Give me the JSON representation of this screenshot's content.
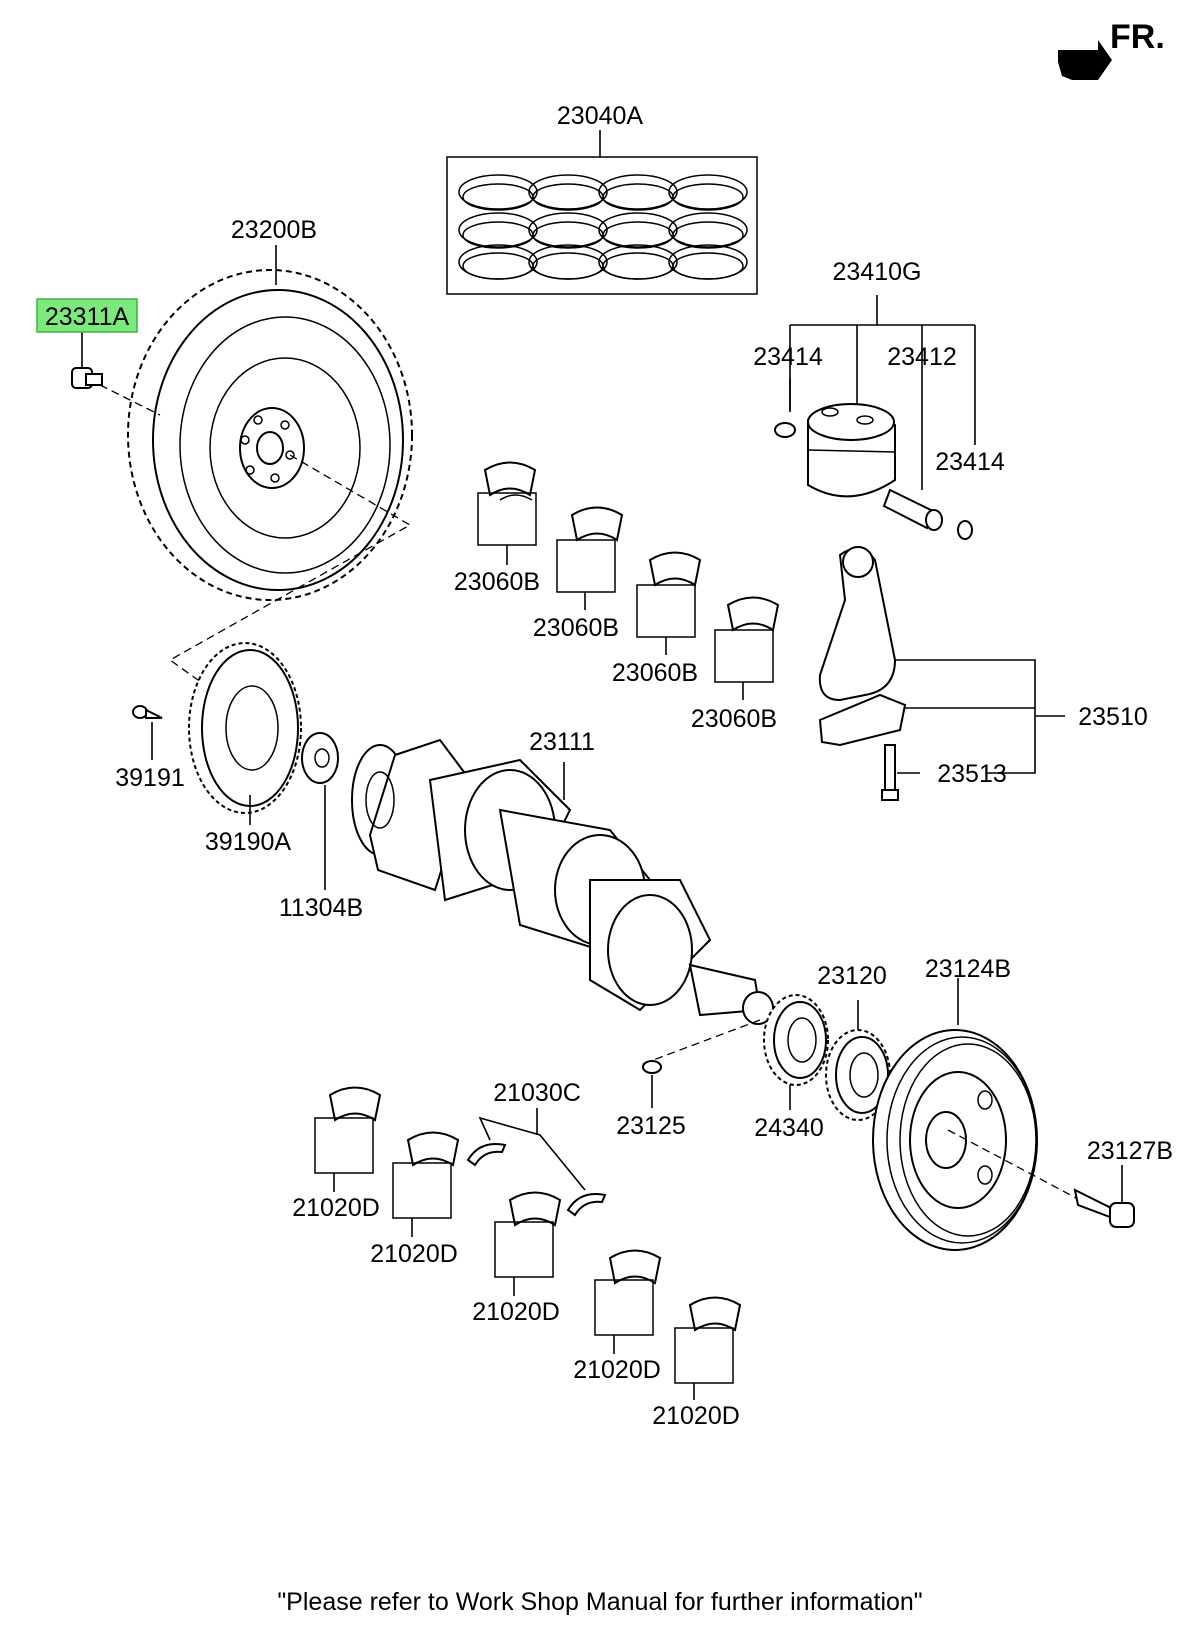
{
  "orientation": {
    "label": "FR."
  },
  "highlight_color": "#7de87d",
  "parts": [
    {
      "id": "23040A"
    },
    {
      "id": "23200B"
    },
    {
      "id": "23311A",
      "highlighted": true
    },
    {
      "id": "23410G"
    },
    {
      "id": "23414"
    },
    {
      "id": "23412"
    },
    {
      "id": "23414"
    },
    {
      "id": "23060B"
    },
    {
      "id": "23060B"
    },
    {
      "id": "23060B"
    },
    {
      "id": "23060B"
    },
    {
      "id": "23510"
    },
    {
      "id": "23513"
    },
    {
      "id": "39191"
    },
    {
      "id": "39190A"
    },
    {
      "id": "11304B"
    },
    {
      "id": "23111"
    },
    {
      "id": "23120"
    },
    {
      "id": "23124B"
    },
    {
      "id": "23125"
    },
    {
      "id": "24340"
    },
    {
      "id": "23127B"
    },
    {
      "id": "21030C"
    },
    {
      "id": "21020D"
    },
    {
      "id": "21020D"
    },
    {
      "id": "21020D"
    },
    {
      "id": "21020D"
    },
    {
      "id": "21020D"
    }
  ],
  "footer": {
    "note": "\"Please refer to Work Shop Manual for further information\""
  }
}
